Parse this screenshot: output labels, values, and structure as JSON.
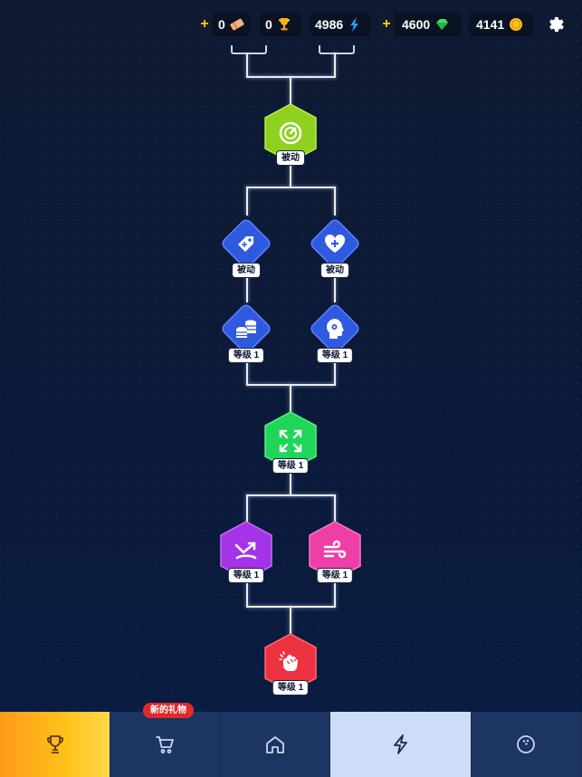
{
  "currencies": {
    "tickets": {
      "value": "0",
      "plus": "+",
      "icon": "ticket-icon"
    },
    "trophies": {
      "value": "0",
      "icon": "trophy-icon"
    },
    "energy": {
      "value": "4986",
      "icon": "lightning-icon"
    },
    "gems": {
      "value": "4600",
      "plus": "+",
      "icon": "gem-icon"
    },
    "coins": {
      "value": "4141",
      "icon": "coin-icon"
    }
  },
  "settings": {
    "icon": "gear-icon"
  },
  "tree": {
    "nodes": [
      {
        "id": "speed",
        "label": "被动",
        "color": "#8fd11e",
        "shape": "hexagon",
        "icon": "speedometer-icon"
      },
      {
        "id": "tag",
        "label": "被动",
        "color": "#2f5ae0",
        "shape": "diamond",
        "icon": "price-tag-icon"
      },
      {
        "id": "heart",
        "label": "被动",
        "color": "#2f5ae0",
        "shape": "diamond",
        "icon": "heart-plus-icon"
      },
      {
        "id": "coins",
        "label": "等级 1",
        "color": "#2f5ae0",
        "shape": "diamond",
        "icon": "coin-stack-icon"
      },
      {
        "id": "brain",
        "label": "等级 1",
        "color": "#2f5ae0",
        "shape": "diamond",
        "icon": "head-gear-icon"
      },
      {
        "id": "expand",
        "label": "等级 1",
        "color": "#1fd659",
        "shape": "hexagon",
        "icon": "expand-arrows-icon"
      },
      {
        "id": "trend",
        "label": "等级 1",
        "color": "#a533e8",
        "shape": "hexagon",
        "icon": "trend-arrow-icon"
      },
      {
        "id": "wind",
        "label": "等级 1",
        "color": "#ee3fa8",
        "shape": "hexagon",
        "icon": "wind-icon"
      },
      {
        "id": "fist",
        "label": "等级 1",
        "color": "#ee3140",
        "shape": "hexagon",
        "icon": "fist-icon"
      }
    ]
  },
  "nav": {
    "tabs": [
      {
        "icon": "trophy-icon",
        "active": false
      },
      {
        "icon": "cart-icon",
        "badge": "新的礼物"
      },
      {
        "icon": "home-icon"
      },
      {
        "icon": "lightning-icon",
        "active": true
      },
      {
        "icon": "bowling-ball-icon"
      }
    ]
  }
}
